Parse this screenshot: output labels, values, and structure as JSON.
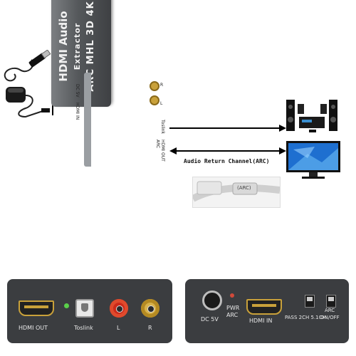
{
  "device": {
    "title": "HDMI Audio",
    "subtitle": "Extractor",
    "features": "ARC MHL 3D 4K",
    "label_dc": "DC 5V",
    "label_hdmi_in": "HDMI IN",
    "label_r": "R",
    "label_l": "L",
    "label_toslink": "Toslink",
    "label_hdmi_out": "HDMI OUT",
    "label_arc": "ARC"
  },
  "connection": {
    "arc_label": "Audio Return Channel(ARC)",
    "cable_label": "(ARC)"
  },
  "panel_left": {
    "hdmi_out": "HDMI OUT",
    "toslink": "Toslink",
    "l": "L",
    "r": "R"
  },
  "panel_right": {
    "dc": "DC 5V",
    "pwr": "PWR",
    "arc": "ARC",
    "hdmi_in": "HDMI IN",
    "mode": "PASS 2CH 5.1CH",
    "arc_switch_line1": "ARC",
    "arc_switch_line2": "ON/OFF"
  }
}
